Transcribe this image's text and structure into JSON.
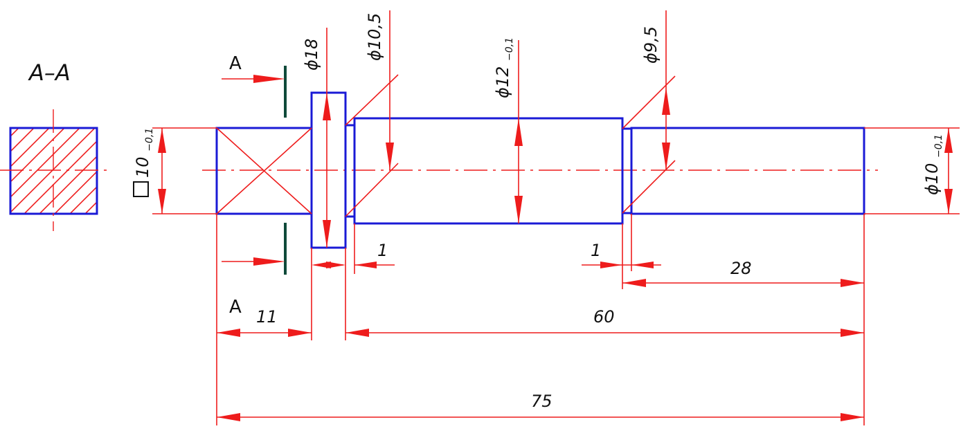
{
  "section_title": "A–A",
  "section_marks": {
    "top": "A",
    "bottom": "A"
  },
  "diameters": {
    "d18": "ϕ18",
    "d10_5": "ϕ10,5",
    "d12_main": "ϕ12",
    "d12_tol": "−0,1",
    "d9_5": "ϕ9,5",
    "d10_main": "ϕ10",
    "d10_tol": "−0,1"
  },
  "square": {
    "main": "10",
    "tol": "−0,1"
  },
  "lengths": {
    "groove_left": "1",
    "groove_right": "1",
    "l28": "28",
    "l11": "11",
    "l60": "60",
    "l75": "75"
  },
  "colors": {
    "part": "#1a1ad6",
    "dimension": "#ee1c1c",
    "section_mark": "#0f4a3a"
  }
}
